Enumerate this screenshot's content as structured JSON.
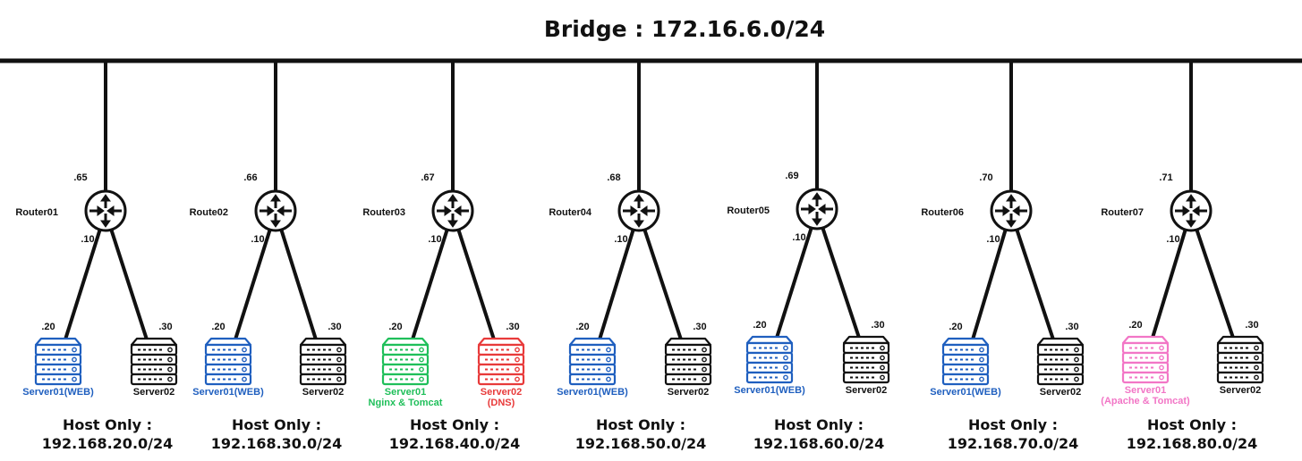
{
  "title": "Bridge : 172.16.6.0/24",
  "colors": {
    "web": "#1f5fbf",
    "green": "#1fbf5a",
    "red": "#e83a3a",
    "pink": "#f276c6",
    "black": "#111111"
  },
  "segments": [
    {
      "router": "Router01",
      "router_ip": ".65",
      "lan_ip": ".10",
      "server1": {
        "ip": ".20",
        "color": "#1f5fbf",
        "label_color": "#1f5fbf",
        "label": [
          "Server01(WEB)"
        ]
      },
      "server2": {
        "ip": ".30",
        "color": "#111111",
        "label_color": "#111111",
        "label": [
          "Server02"
        ]
      },
      "net_label": "Host Only :",
      "net_cidr": "192.168.20.0/24"
    },
    {
      "router": "Route02",
      "router_ip": ".66",
      "lan_ip": ".10",
      "server1": {
        "ip": ".20",
        "color": "#1f5fbf",
        "label_color": "#1f5fbf",
        "label": [
          "Server01(WEB)"
        ]
      },
      "server2": {
        "ip": ".30",
        "color": "#111111",
        "label_color": "#111111",
        "label": [
          "Server02"
        ]
      },
      "net_label": "Host Only :",
      "net_cidr": "192.168.30.0/24"
    },
    {
      "router": "Router03",
      "router_ip": ".67",
      "lan_ip": ".10",
      "server1": {
        "ip": ".20",
        "color": "#1fbf5a",
        "label_color": "#1fbf5a",
        "label": [
          "Server01",
          "Nginx & Tomcat"
        ]
      },
      "server2": {
        "ip": ".30",
        "color": "#e83a3a",
        "label_color": "#e83a3a",
        "label": [
          "Server02",
          "(DNS)"
        ]
      },
      "net_label": "Host Only :",
      "net_cidr": "192.168.40.0/24"
    },
    {
      "router": "Router04",
      "router_ip": ".68",
      "lan_ip": ".10",
      "server1": {
        "ip": ".20",
        "color": "#1f5fbf",
        "label_color": "#1f5fbf",
        "label": [
          "Server01(WEB)"
        ]
      },
      "server2": {
        "ip": ".30",
        "color": "#111111",
        "label_color": "#111111",
        "label": [
          "Server02"
        ]
      },
      "net_label": "Host Only :",
      "net_cidr": "192.168.50.0/24"
    },
    {
      "router": "Router05",
      "router_ip": ".69",
      "lan_ip": ".10",
      "server1": {
        "ip": ".20",
        "color": "#1f5fbf",
        "label_color": "#1f5fbf",
        "label": [
          "Server01(WEB)"
        ]
      },
      "server2": {
        "ip": ".30",
        "color": "#111111",
        "label_color": "#111111",
        "label": [
          "Server02"
        ]
      },
      "net_label": "Host Only :",
      "net_cidr": "192.168.60.0/24"
    },
    {
      "router": "Router06",
      "router_ip": ".70",
      "lan_ip": ".10",
      "server1": {
        "ip": ".20",
        "color": "#1f5fbf",
        "label_color": "#1f5fbf",
        "label": [
          "Server01(WEB)"
        ]
      },
      "server2": {
        "ip": ".30",
        "color": "#111111",
        "label_color": "#111111",
        "label": [
          "Server02"
        ]
      },
      "net_label": "Host Only :",
      "net_cidr": "192.168.70.0/24"
    },
    {
      "router": "Router07",
      "router_ip": ".71",
      "lan_ip": ".10",
      "server1": {
        "ip": ".20",
        "color": "#f276c6",
        "label_color": "#f276c6",
        "label": [
          "Server01",
          "(Apache & Tomcat)"
        ]
      },
      "server2": {
        "ip": ".30",
        "color": "#111111",
        "label_color": "#111111",
        "label": [
          "Server02"
        ]
      },
      "net_label": "Host Only :",
      "net_cidr": "192.168.80.0/24"
    }
  ]
}
